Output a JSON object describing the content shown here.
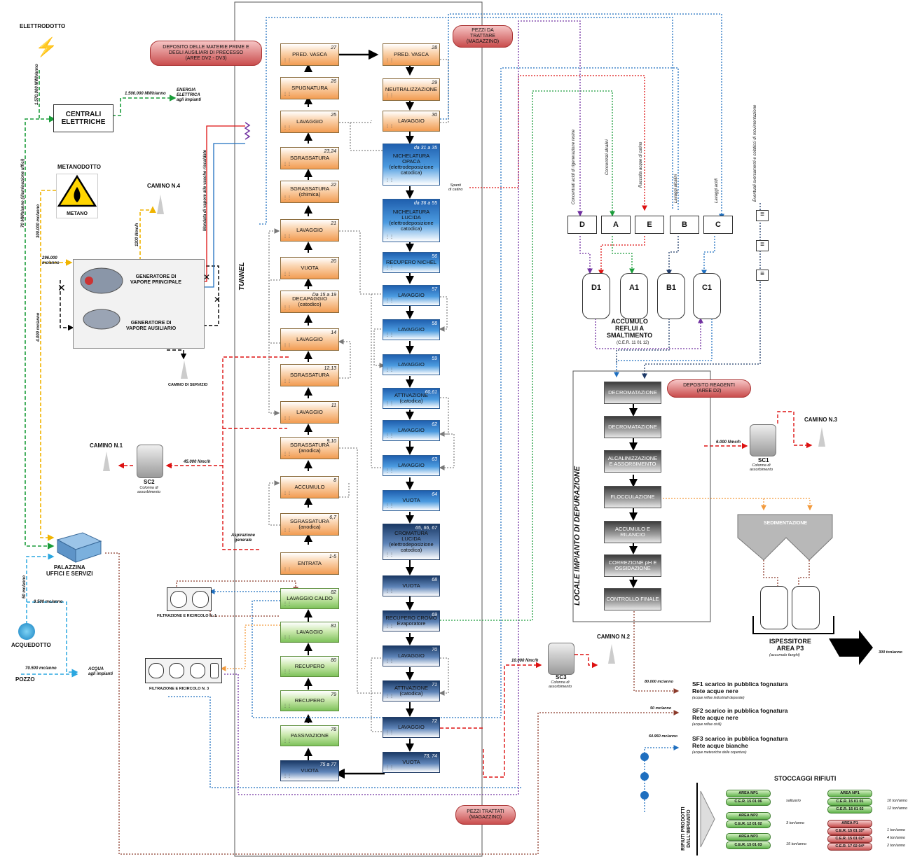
{
  "top_left": {
    "elettrodotto": "ELETTRODOTTO",
    "elettrodotto_flow": "1.570.000 MWh/anno",
    "elettrodotto_uffici": "70 MWh/anno (illuminazione uffici)",
    "centrali": "CENTRALI\nELETTRICHE",
    "energia_flow": "1.500.000 MWh/anno",
    "energia_label": "ENERGIA\nELETTRICA\nagli impianti",
    "metanodotto": "METANODOTTO",
    "metano": "METANO",
    "metano_flow": "300.000 mc/anno",
    "metano_gen": "296.000\nmc/anno",
    "metano_uffici": "4.000 mc/anno",
    "camino4": "CAMINO N.4",
    "camino4_flow": "1200 Nmc/h",
    "gen_princ": "GENERATORE DI\nVAPORE PRINCIPALE",
    "gen_aux": "GENERATORE DI\nVAPORE AUSILIARIO",
    "camino_servizio": "CAMINO DI SERVIZIO",
    "vapore_note": "Mandata di vapore alle vasche riscaldate",
    "camino1": "CAMINO N.1",
    "sc2": "SC2",
    "sc2_desc": "Colonna di\nassorbimento",
    "sc2_flow": "45.000 Nmc/h",
    "aspirazione": "Aspirazione\ngenerale",
    "palazzina": "PALAZZINA\nUFFICI E SERVIZI",
    "acquedotto": "ACQUEDOTTO",
    "acq_flow1": "50 mc/anno",
    "acq_flow2": "9.500 mc/anno",
    "pozzo": "POZZO",
    "pozzo_flow": "70.500 mc/anno",
    "acqua_impianti": "ACQUA\nagli impianti",
    "filtr1": "FILTRAZIONE E RICIRCOLO N. 1",
    "filtr3": "FILTRAZIONE E RICIRCOLO N. 3"
  },
  "center": {
    "deposito": "DEPOSITO DELLE MATERIE PRIME E\nDEGLI AUSILIARI DI PRECESSO\n(AREE DV2 - DV3)",
    "pezzi_trattare": "PEZZI DA\nTRATTARE\n(MAGAZZINO)",
    "pezzi_trattati": "PEZZI TRATTATI\n(MAGAZZINO)",
    "tunnel": "TUNNEL",
    "spanti": "Spanti\ndi catino"
  },
  "col1": [
    {
      "label": "PRED. VASCA",
      "no": "27",
      "style": "orange"
    },
    {
      "label": "SPUGNATURA",
      "no": "26",
      "style": "orange"
    },
    {
      "label": "LAVAGGIO",
      "no": "25",
      "style": "orange"
    },
    {
      "label": "SGRASSATURA",
      "no": "23,24",
      "style": "orange"
    },
    {
      "label": "SGRASSATURA\n(chimica)",
      "no": "22",
      "style": "orange"
    },
    {
      "label": "LAVAGGIO",
      "no": "21",
      "style": "orange"
    },
    {
      "label": "VUOTA",
      "no": "20",
      "style": "orange"
    },
    {
      "label": "DECAPAGGIO\n(catodico)",
      "no": "Da 15 a 19",
      "style": "orange"
    },
    {
      "label": "LAVAGGIO",
      "no": "14",
      "style": "orange"
    },
    {
      "label": "SGRASSATURA",
      "no": "12,13",
      "style": "orange"
    },
    {
      "label": "LAVAGGIO",
      "no": "11",
      "style": "orange"
    },
    {
      "label": "SGRASSATURA\n(anodica)",
      "no": "9,10",
      "style": "orange"
    },
    {
      "label": "ACCUMULO",
      "no": "8",
      "style": "orange"
    },
    {
      "label": "SGRASSATURA\n(anodica)",
      "no": "6,7",
      "style": "orange"
    },
    {
      "label": "ENTRATA",
      "no": "1-5",
      "style": "orange"
    }
  ],
  "col1b": [
    {
      "label": "LAVAGGIO CALDO",
      "no": "82",
      "style": "green"
    },
    {
      "label": "LAVAGGIO",
      "no": "81",
      "style": "green"
    },
    {
      "label": "RECUPERO",
      "no": "80",
      "style": "green"
    },
    {
      "label": "RECUPERO",
      "no": "79",
      "style": "green"
    },
    {
      "label": "PASSIVAZIONE",
      "no": "78",
      "style": "green"
    },
    {
      "label": "VUOTA",
      "no": "75 a 77",
      "style": "navy"
    }
  ],
  "col2": [
    {
      "label": "PRED. VASCA",
      "no": "28",
      "style": "orange"
    },
    {
      "label": "NEUTRALIZZAZIONE",
      "no": "29",
      "style": "orange"
    },
    {
      "label": "LAVAGGIO",
      "no": "30",
      "style": "orange"
    },
    {
      "label": "NICHELATURA\nOPACA\n(elettrodeposizione\ncatodica)",
      "no": "da 31 a 35",
      "style": "blue"
    },
    {
      "label": "NICHELATURA\nLUCIDA\n(elettrodeposizione\ncatodica)",
      "no": "da 36 a 55",
      "style": "blue"
    },
    {
      "label": "RECUPERO NICHEL",
      "no": "56",
      "style": "blue"
    },
    {
      "label": "LAVAGGIO",
      "no": "57",
      "style": "blue"
    },
    {
      "label": "LAVAGGIO",
      "no": "58",
      "style": "blue"
    },
    {
      "label": "LAVAGGIO",
      "no": "59",
      "style": "blue"
    },
    {
      "label": "ATTIVAZIONE\n(catodica)",
      "no": "60,61",
      "style": "blue"
    },
    {
      "label": "LAVAGGIO",
      "no": "62",
      "style": "blue"
    },
    {
      "label": "LAVAGGIO",
      "no": "63",
      "style": "blue"
    },
    {
      "label": "VUOTA",
      "no": "64",
      "style": "blue"
    },
    {
      "label": "CROMATURA\nLUCIDA\n(elettrodeposizione\ncatodica)",
      "no": "65, 66, 67",
      "style": "navy"
    },
    {
      "label": "VUOTA",
      "no": "68",
      "style": "navy"
    },
    {
      "label": "RECUPERO CROMO\nEvaporatore",
      "no": "69",
      "style": "navy"
    },
    {
      "label": "LAVAGGIO",
      "no": "70",
      "style": "navy"
    },
    {
      "label": "ATTIVAZIONE\n(catodica)",
      "no": "71",
      "style": "navy"
    },
    {
      "label": "LAVAGGIO",
      "no": "72",
      "style": "navy"
    },
    {
      "label": "VUOTA",
      "no": "73, 74",
      "style": "navy"
    }
  ],
  "collectors": {
    "notes": [
      "Concentrati acidi di rigenerazione resine",
      "Concentrati alcalini",
      "Raccolta acque di catino",
      "Lavaggi alcalini",
      "Lavaggi acidi",
      "Eventuali sversamenti e colaticci di movimentazione"
    ],
    "tanks": [
      "D",
      "A",
      "E",
      "B",
      "C"
    ],
    "drums": [
      "D1",
      "A1",
      "B1",
      "C1"
    ],
    "accumulo": "ACCUMULO\nREFLUI A\nSMALTIMENTO",
    "accumulo_cer": "(C.E.R. 11 01 12)"
  },
  "depurazione": {
    "title": "LOCALE IMPIANTO DI DEPURAZIONE",
    "deposito_reagenti": "DEPOSITO REAGENTI\n(AREE D2)",
    "steps": [
      "DECROMATAZIONE",
      "DECROMATAZIONE",
      "ALCALINIZZAZIONE\nE ASSORBIMENTO",
      "FLOCCULAZIONE",
      "ACCUMULO E\nRILANCIO",
      "CORREZIONE pH E\nOSSIDAZIONE",
      "CONTROLLO FINALE"
    ],
    "camino3": "CAMINO N.3",
    "sc1": "SC1",
    "sc1_desc": "Colonna di\nassorbimento",
    "sc1_flow": "6.000 Nmc/h",
    "sedimentazione": "SEDIMENTAZIONE",
    "ispessitore": "ISPESSITORE\nAREA P3",
    "ispessitore_note": "(accumulo fanghi)",
    "fanghi_flow": "300 ton/anno",
    "camino2": "CAMINO N.2",
    "sc3": "SC3",
    "sc3_desc": "Colonna di\nassorbimento",
    "sc3_flow": "10.000 Nmc/h"
  },
  "scarichi": [
    {
      "flow": "80.000 mc/anno",
      "title": "SF1 scarico in pubblica fognatura\nRete acque nere",
      "note": "(acque reflue industriali depurate)"
    },
    {
      "flow": "50 mc/anno",
      "title": "SF2 scarico in pubblica fognatura\nRete acque nere",
      "note": "(acque reflue civili)"
    },
    {
      "flow": "64.950 mc/anno",
      "title": "SF3 scarico in pubblica fognatura\nRete acque bianche",
      "note": "(acque meteoriche delle coperture)"
    }
  ],
  "rifiuti": {
    "title": "STOCCAGGI RIFIUTI",
    "side": "RIFIUTI PRODOTTI\nDALL'IMPIANTO",
    "left": [
      {
        "area": "AREA NP1",
        "codes": [
          {
            "cer": "C.E.R. 15 01 06",
            "qty": "saltuario"
          }
        ]
      },
      {
        "area": "AREA NP2",
        "codes": [
          {
            "cer": "C.E.R. 12 01 02",
            "qty": "3 ton/anno"
          }
        ]
      },
      {
        "area": "AREA NP3",
        "codes": [
          {
            "cer": "C.E.R. 15 01 03",
            "qty": "15 ton/anno"
          }
        ]
      }
    ],
    "right_green": {
      "area": "AREA NP1",
      "codes": [
        {
          "cer": "C.E.R. 15 01 01",
          "qty": "10 ton/anno"
        },
        {
          "cer": "C.E.R. 15 01 02",
          "qty": "12 ton/anno"
        }
      ]
    },
    "right_red": {
      "area": "AREA P1",
      "codes": [
        {
          "cer": "C.E.R. 15 01 10*",
          "qty": "1 ton/anno"
        },
        {
          "cer": "C.E.R. 15 01 02*",
          "qty": "4 ton/anno"
        },
        {
          "cer": "C.E.R. 17 02 04*",
          "qty": "2 ton/anno"
        }
      ]
    }
  }
}
